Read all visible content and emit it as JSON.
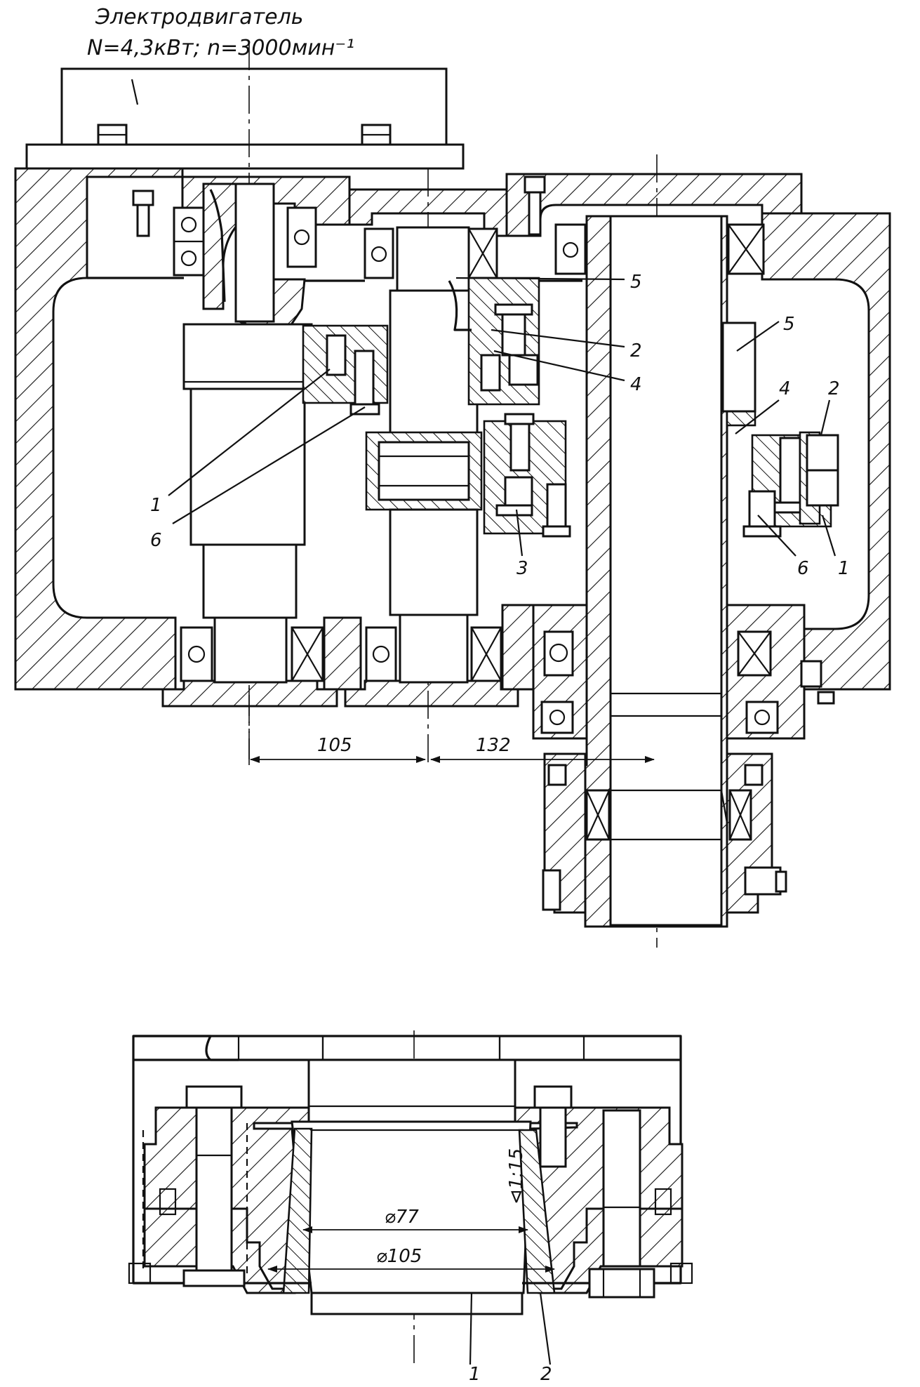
{
  "motor": {
    "title": "Электродвигатель",
    "spec": "N=4,3кВт;  n=3000мин⁻¹"
  },
  "labels_top": {
    "c1": "1",
    "c6": "6",
    "m5": "5",
    "m2": "2",
    "m4": "4",
    "m3": "3",
    "r5": "5",
    "r4": "4",
    "r2": "2",
    "r6": "6",
    "r1": "1"
  },
  "dimensions": {
    "d105": "105",
    "d132": "132",
    "dia77": "⌀77",
    "dia105": "⌀105",
    "taper": "⊲1:15"
  },
  "labels_bottom": {
    "b1": "1",
    "b2": "2"
  }
}
